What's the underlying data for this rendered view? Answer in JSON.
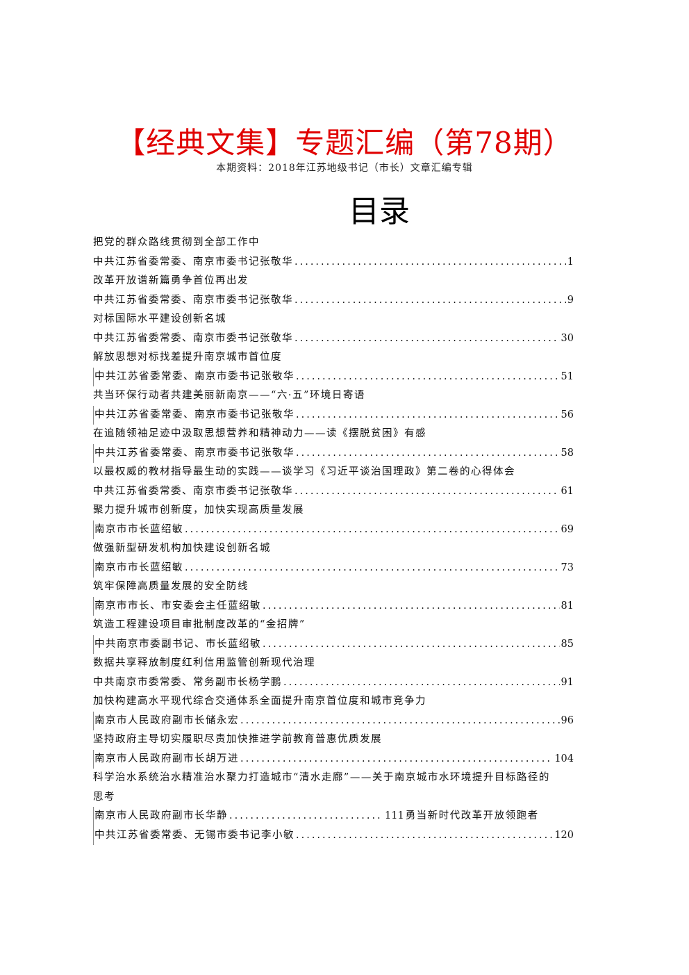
{
  "header": {
    "title": "【经典文集】专题汇编（第78期）",
    "subtitle": "本期资料：2018年江苏地级书记（市长）文章汇编专辑",
    "toc_heading": "目录"
  },
  "toc": [
    {
      "title": "把党的群众路线贯彻到全部工作中",
      "author": "中共江苏省委常委、南京市委书记张敬华",
      "page": "1"
    },
    {
      "title": "改革开放谱新篇勇争首位再出发",
      "author": "中共江苏省委常委、南京市委书记张敬华",
      "page": "9"
    },
    {
      "title": "对标国际水平建设创新名城",
      "author": "中共江苏省委常委、南京市委书记张敬华",
      "page": "30"
    },
    {
      "title": "解放思想对标找差提升南京城市首位度",
      "author": "中共江苏省委常委、南京市委书记张敬华",
      "page": "51"
    },
    {
      "title": "共当环保行动者共建美丽新南京——“六·五”环境日寄语",
      "author": "中共江苏省委常委、南京市委书记张敬华",
      "page": "56"
    },
    {
      "title": "在追随领袖足迹中汲取思想营养和精神动力——读《摆脱贫困》有感",
      "author": "中共江苏省委常委、南京市委书记张敬华",
      "page": "58"
    },
    {
      "title": "以最权威的教材指导最生动的实践——谈学习《习近平谈治国理政》第二卷的心得体会",
      "author": "中共江苏省委常委、南京市委书记张敬华",
      "page": "61"
    },
    {
      "title": "聚力提升城市创新度，加快实现高质量发展",
      "author": "南京市市长蓝绍敏",
      "page": "69"
    },
    {
      "title": "做强新型研发机构加快建设创新名城",
      "author": "南京市市长蓝绍敏",
      "page": "73"
    },
    {
      "title": "筑牢保障高质量发展的安全防线",
      "author": "南京市市长、市安委会主任蓝绍敏",
      "page": "81"
    },
    {
      "title": "筑造工程建设项目审批制度改革的“金招牌”",
      "author": "中共南京市委副书记、市长蓝绍敏",
      "page": "85"
    },
    {
      "title": "数据共享释放制度红利信用监管创新现代治理",
      "author": "中共南京市委常委、常务副市长杨学鹏",
      "page": "91"
    },
    {
      "title": "加快构建高水平现代综合交通体系全面提升南京首位度和城市竞争力",
      "author": "南京市人民政府副市长储永宏",
      "page": "96"
    },
    {
      "title": "坚持政府主导切实履职尽责加快推进学前教育普惠优质发展",
      "author": "南京市人民政府副市长胡万进",
      "page": "104"
    },
    {
      "title": "科学治水系统治水精准治水聚力打造城市“清水走廊”——关于南京城市水环境提升目标路径的",
      "title_cont": "思考",
      "author": "南京市人民政府副市长华静",
      "page": "111",
      "trailing": "勇当新时代改革开放领跑者"
    },
    {
      "author": "中共江苏省委常委、无锡市委书记李小敏",
      "page": "120"
    }
  ]
}
